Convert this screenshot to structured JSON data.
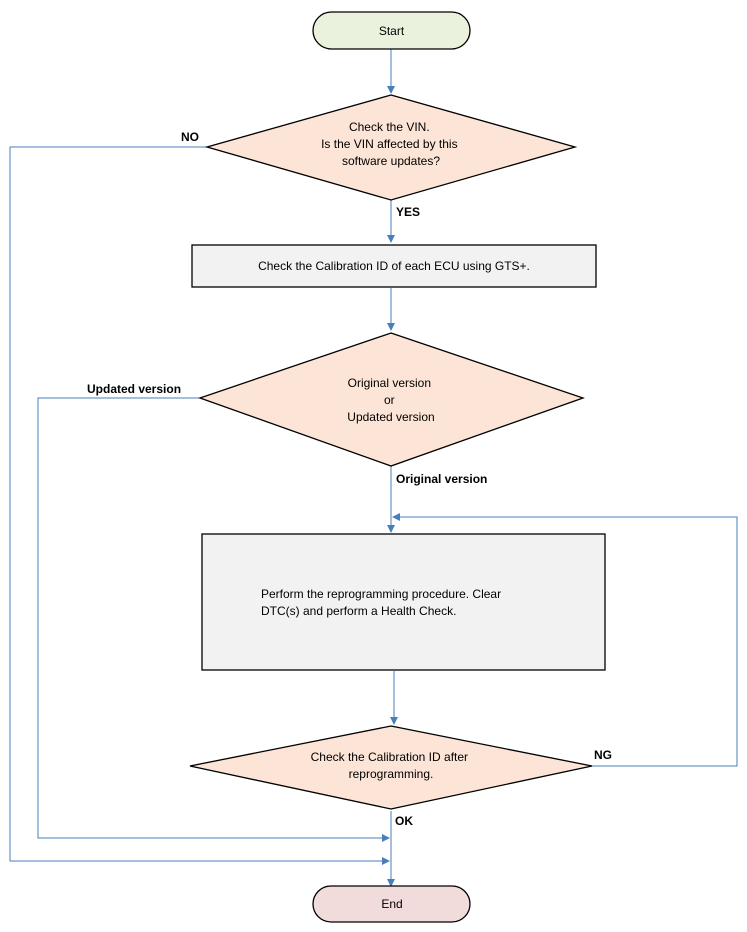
{
  "flowchart": {
    "start": {
      "label": "Start"
    },
    "end": {
      "label": "End"
    },
    "decision_vin": {
      "lines": [
        "Check the VIN.",
        "Is the VIN affected by this",
        "software updates?"
      ]
    },
    "process_check_id": {
      "label": "Check the Calibration ID of each ECU using GTS+."
    },
    "decision_version": {
      "lines": [
        "Original version",
        "or",
        "Updated version"
      ]
    },
    "process_reprogram": {
      "lines": [
        "Perform the reprogramming procedure. Clear",
        "DTC(s) and perform a Health Check."
      ]
    },
    "decision_check_after": {
      "lines": [
        "Check the Calibration ID after",
        "reprogramming."
      ]
    },
    "edge_labels": {
      "no": "NO",
      "yes": "YES",
      "updated_version": "Updated version",
      "original_version": "Original version",
      "ng": "NG",
      "ok": "OK"
    }
  },
  "colors": {
    "start_fill": "#eaf1dd",
    "end_fill": "#f2dcdb",
    "decision_fill": "#fce4d6",
    "process_fill": "#f2f2f2",
    "line_color": "#4a7ebb"
  }
}
